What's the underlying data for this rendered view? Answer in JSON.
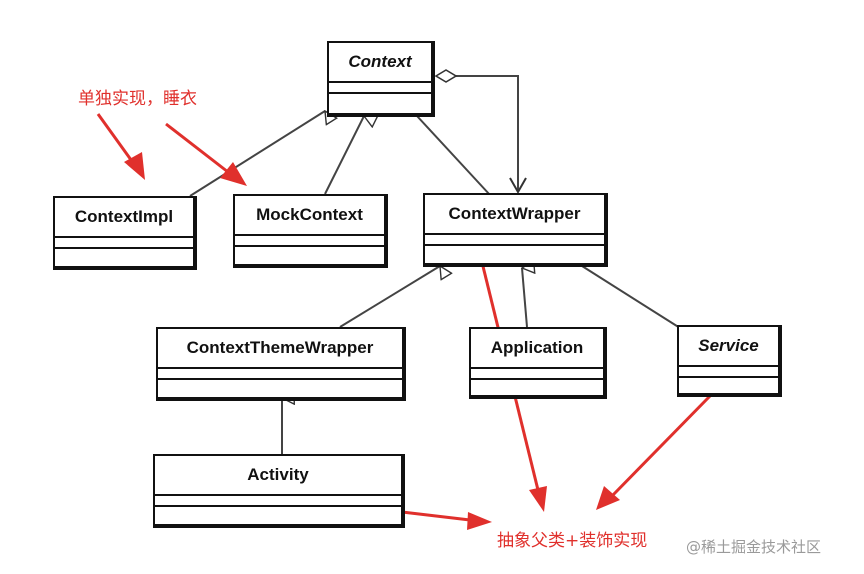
{
  "classes": {
    "context": "Context",
    "context_impl": "ContextImpl",
    "mock_context": "MockContext",
    "context_wrapper": "ContextWrapper",
    "context_theme_wrapper": "ContextThemeWrapper",
    "application": "Application",
    "service": "Service",
    "activity": "Activity"
  },
  "annotations": {
    "top_note": "单独实现，睡衣",
    "bottom_note": "抽象父类+装饰实现"
  },
  "watermark": "@稀土掘金技术社区",
  "colors": {
    "annotation": "#e0302c",
    "line": "#111111"
  }
}
